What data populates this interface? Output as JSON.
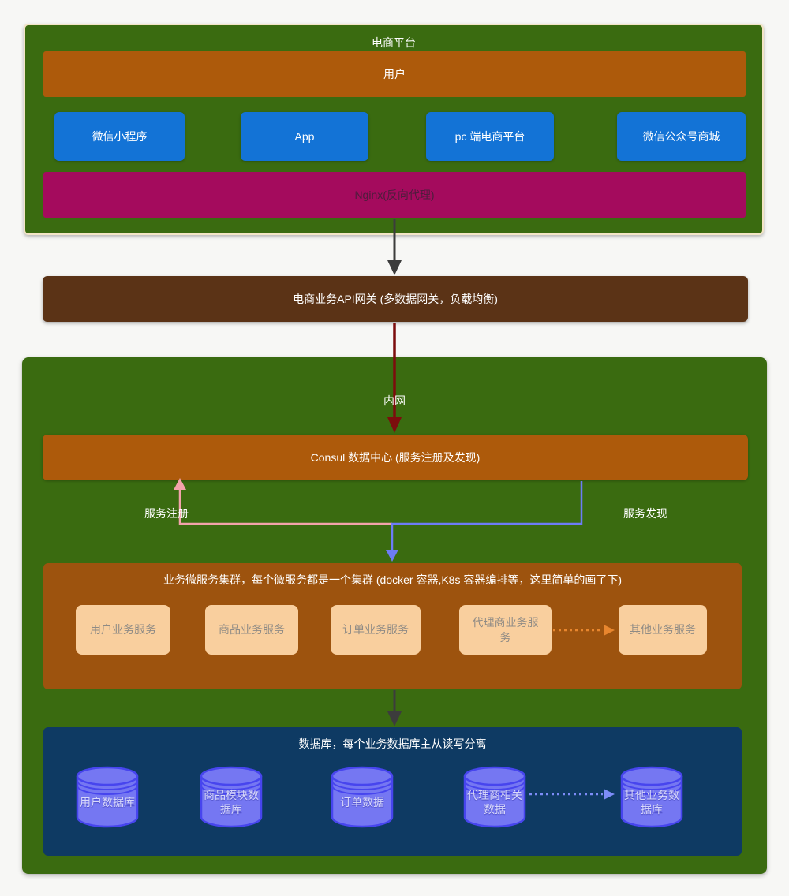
{
  "platform": {
    "title": "电商平台",
    "user_bar": "用户",
    "clients": [
      "微信小程序",
      "App",
      "pc 端电商平台",
      "微信公众号商城"
    ],
    "nginx": "Nginx(反向代理)"
  },
  "gateway": {
    "label": "电商业务API网关 (多数据网关，负载均衡)"
  },
  "labels": {
    "intranet": "内网",
    "service_register": "服务注册",
    "service_discovery": "服务发现"
  },
  "consul": {
    "label": "Consul 数据中心 (服务注册及发现)"
  },
  "microservices": {
    "title": "业务微服务集群，每个微服务都是一个集群 (docker 容器,K8s 容器编排等，这里简单的画了下)",
    "services": [
      "用户业务服务",
      "商品业务服务",
      "订单业务服务",
      "代理商业务服务",
      "其他业务服务"
    ]
  },
  "database": {
    "title": "数据库，每个业务数据库主从读写分离",
    "databases": [
      "用户数据库",
      "商品模块数据库",
      "订单数据",
      "代理商相关数据",
      "其他业务数据库"
    ]
  },
  "colors": {
    "outer_green": "#3a6b10",
    "user_bar_orange": "#ad5a0b",
    "client_blue": "#1373d6",
    "nginx_magenta": "#a40b5d",
    "gateway_brown": "#5b3316",
    "micro_brown": "#9d530e",
    "service_box": "#f9cf9e",
    "db_navy": "#0e3a63",
    "cylinder_fill": "#7577f2",
    "cylinder_stroke": "#4745ee",
    "arrow_gray": "#3c3c3c",
    "arrow_darkred": "#7c0d0d",
    "arrow_pink": "#f2a3ab",
    "arrow_blue": "#6d7cf6",
    "arrow_dotted_orange": "#e8862e",
    "arrow_dotted_lightblue": "#7d8cf8"
  }
}
